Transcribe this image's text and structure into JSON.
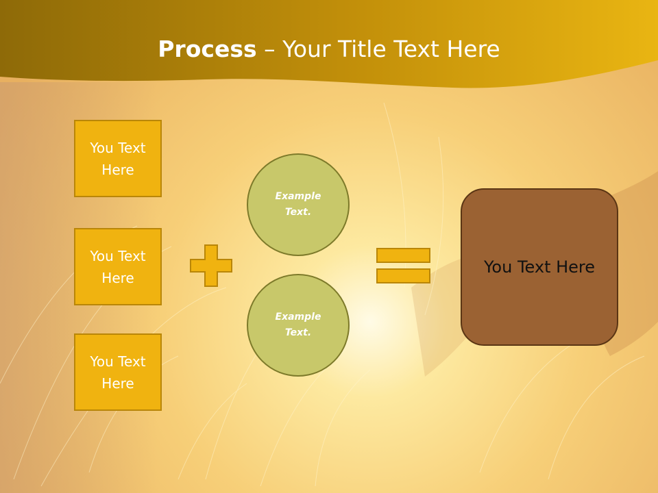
{
  "title": {
    "bold": "Process",
    "rest": " – Your Title Text Here"
  },
  "input_boxes": [
    {
      "label": "You Text Here"
    },
    {
      "label": "You Text Here"
    },
    {
      "label": "You Text Here"
    }
  ],
  "circles": [
    {
      "label": "Example Text."
    },
    {
      "label": "Example Text."
    }
  ],
  "result": {
    "label": "You Text Here"
  },
  "operators": {
    "plus": "plus-icon",
    "equals": "equals-icon"
  },
  "colors": {
    "header": "#d9a20b",
    "box_fill": "#f0b310",
    "circle_fill": "#c8c86a",
    "result_fill": "#9b6233",
    "operator_fill": "#f0b310"
  }
}
